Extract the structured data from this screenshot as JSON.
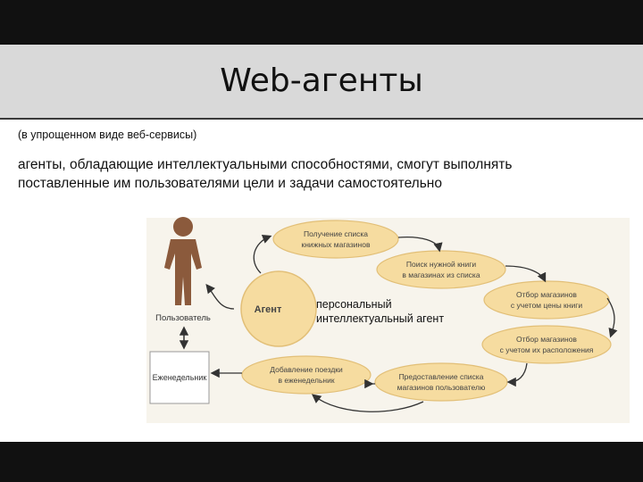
{
  "slide": {
    "title": "Web-агенты",
    "subtitle": "(в упрощенном виде веб-сервисы)",
    "body_lines": [
      "агенты, обладающие интеллектуальными способностями, смогут выполнять",
      "поставленные им пользователями цели и задачи самостоятельно"
    ]
  },
  "diagram": {
    "user_label": "Пользователь",
    "agent_label": "Агент",
    "weekly_label": "Еженедельник",
    "agent_caption": [
      "персональный",
      "интеллектуальный агент"
    ],
    "steps": [
      {
        "lines": [
          "Получение списка",
          "книжных магазинов"
        ]
      },
      {
        "lines": [
          "Поиск нужной книги",
          "в магазинах из списка"
        ]
      },
      {
        "lines": [
          "Отбор магазинов",
          "с учетом цены книги"
        ]
      },
      {
        "lines": [
          "Отбор магазинов",
          "с учетом их расположения"
        ]
      },
      {
        "lines": [
          "Предоставление списка",
          "магазинов пользователю"
        ]
      },
      {
        "lines": [
          "Добавление поездки",
          "в еженедельник"
        ]
      }
    ],
    "colors": {
      "ellipse_fill": "#f6dca0",
      "ellipse_stroke": "#e2bf77",
      "figure": "#8b5a3c",
      "arrow": "#333333"
    }
  }
}
